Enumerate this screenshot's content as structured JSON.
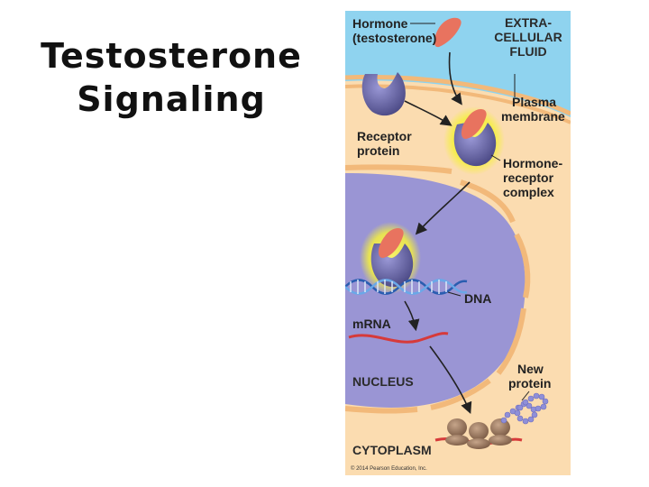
{
  "title": {
    "line1": "Testosterone",
    "line2": "Signaling"
  },
  "diagram": {
    "hormone_line1": "Hormone",
    "hormone_line2": "(testosterone)",
    "extracellular_line1": "EXTRA-",
    "extracellular_line2": "CELLULAR",
    "extracellular_line3": "FLUID",
    "plasma_line1": "Plasma",
    "plasma_line2": "membrane",
    "receptor_line1": "Receptor",
    "receptor_line2": "protein",
    "complex_line1": "Hormone-",
    "complex_line2": "receptor",
    "complex_line3": "complex",
    "dna": "DNA",
    "mrna": "mRNA",
    "nucleus": "NUCLEUS",
    "new_protein_line1": "New",
    "new_protein_line2": "protein",
    "cytoplasm": "CYTOPLASM",
    "credit": "© 2014 Pearson Education, Inc."
  },
  "colors": {
    "extracellular": "#8fd3ef",
    "cytoplasm": "#fbdcb0",
    "membrane": "#f2b97a",
    "nucleus": "#9a95d4",
    "hormone": "#e8735f",
    "receptor": "#5c5a98",
    "glow": "#f5f03c",
    "mrna": "#d63a3a",
    "ribosome": "#9c7b62",
    "protein": "#8f8fd8"
  }
}
